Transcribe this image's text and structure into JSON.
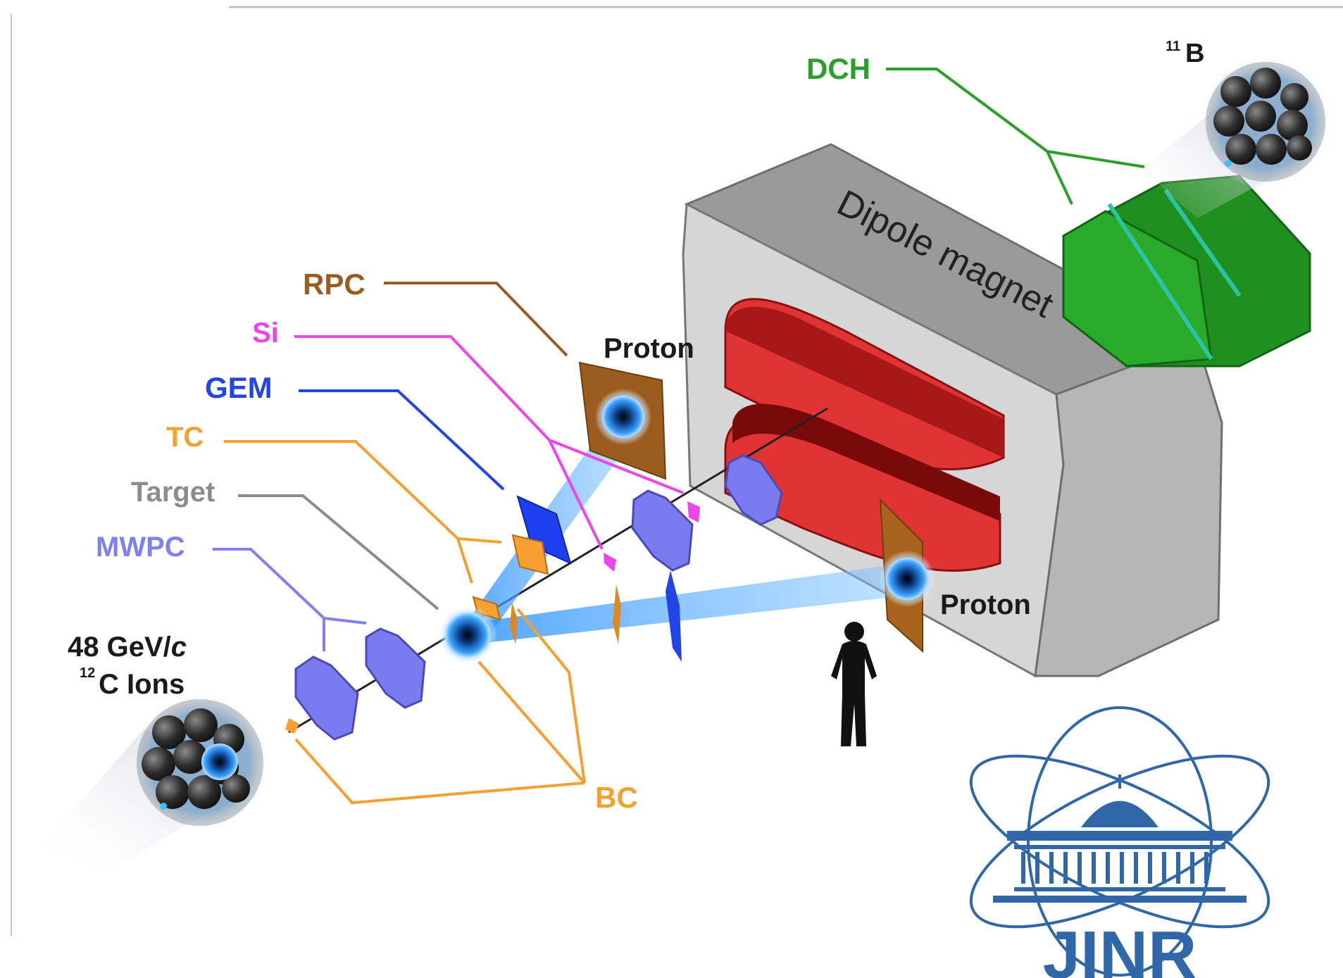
{
  "labels": {
    "dch": "DCH",
    "boron": "B",
    "boron_mass": "11",
    "rpc": "RPC",
    "si": "Si",
    "gem": "GEM",
    "tc": "TC",
    "target": "Target",
    "mwpc": "MWPC",
    "proton_top": "Proton",
    "proton_right": "Proton",
    "dipole": "Dipole magnet",
    "beam_energy": "48 GeV/",
    "beam_energy_unit": "c",
    "beam_ion": "C Ions",
    "beam_ion_mass": "12",
    "bc": "BC",
    "logo": "JINR"
  },
  "colors": {
    "dch": "#2aa02a",
    "rpc": "#9b5d1f",
    "si": "#ee44ee",
    "gem": "#2245e6",
    "tc": "#f5a030",
    "target": "#8c8c8c",
    "mwpc": "#8080f0",
    "bc": "#f5a030",
    "magnet_body": "#d2d2d2",
    "coil": "#a01010",
    "mwpc_fill": "#7b7bf0",
    "beam_glow": "#2a8fff",
    "logo": "#2f67a8",
    "text": "#1a1a1a"
  },
  "icons": {
    "ion_nucleus": "nucleus-cluster-icon",
    "human": "person-silhouette-icon",
    "logo": "jinr-logo"
  }
}
